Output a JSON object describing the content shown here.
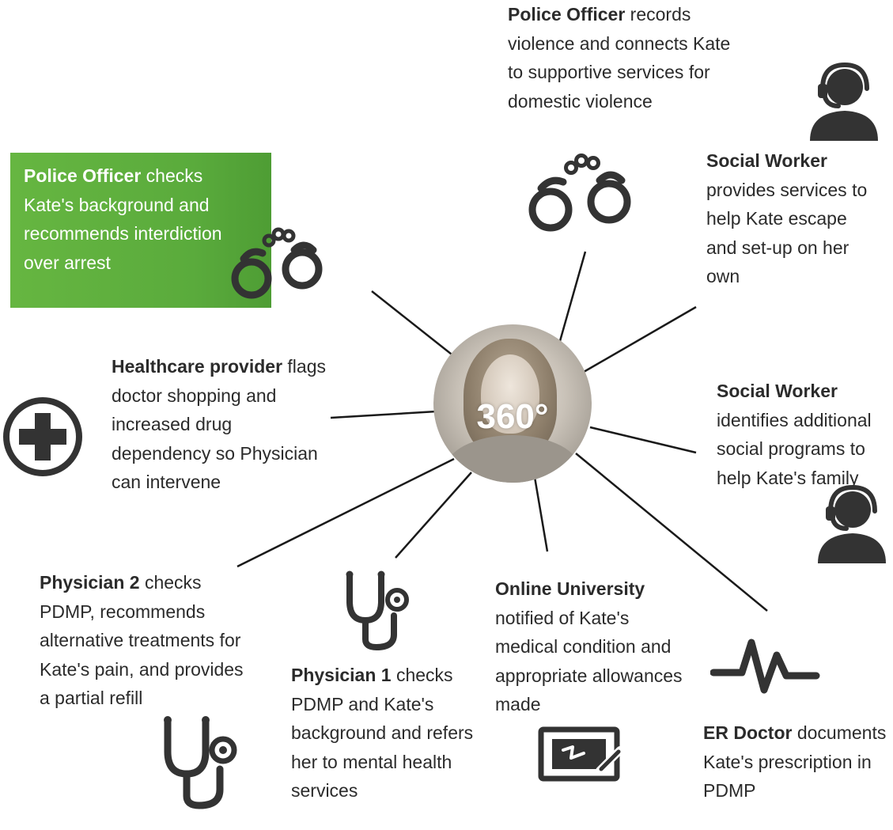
{
  "hub": {
    "label": "360°"
  },
  "roles": {
    "police_arrest": {
      "role": "Police Officer",
      "text": " checks Kate's background and recommends interdiction over arrest"
    },
    "police_violence": {
      "role": "Police Officer",
      "text": " records violence and connects Kate to supportive services for domestic violence"
    },
    "social_worker_escape": {
      "role": "Social Worker",
      "text": " provides services to help Kate escape and set-up on her own"
    },
    "healthcare_provider": {
      "role": "Healthcare provider",
      "text": " flags doctor shopping and increased drug dependency so Physician can intervene"
    },
    "social_worker_programs": {
      "role": "Social Worker",
      "text": " identifies additional social programs to help Kate's family"
    },
    "physician_2": {
      "role": "Physician 2",
      "text": " checks PDMP, recommends alternative treatments for Kate's pain, and provides a partial refill"
    },
    "physician_1": {
      "role": "Physician 1",
      "text": " checks PDMP and Kate's background and refers her to mental health services"
    },
    "online_university": {
      "role": "Online University",
      "text": " notified of Kate's medical condition and appropriate allowances made"
    },
    "er_doctor": {
      "role": "ER Doctor",
      "text": " documents Kate's prescription in PDMP"
    }
  },
  "icons": [
    "handcuffs-icon",
    "headset-user-icon",
    "medical-cross-icon",
    "stethoscope-icon",
    "monitor-icon",
    "heartbeat-icon"
  ],
  "colors": {
    "highlight_green": "#5aab3c",
    "icon_dark": "#3a3a3a",
    "text": "#2b2b2b"
  }
}
